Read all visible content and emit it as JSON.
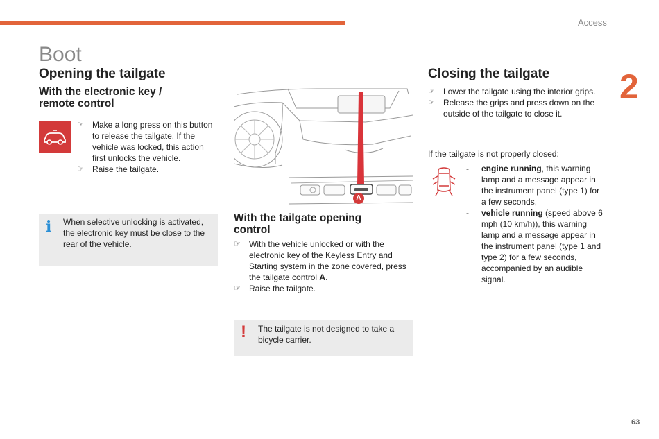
{
  "header": {
    "section": "Access",
    "chapter_number": "2",
    "page_number": "63"
  },
  "page_title": "Boot",
  "opening": {
    "title": "Opening the tailgate",
    "electronic_key": {
      "subtitle": "With the electronic key / remote control",
      "steps": [
        "Make a long press on this button to release the tailgate. If the vehicle was locked, this action first unlocks the vehicle.",
        "Raise the tailgate."
      ]
    },
    "info_note": "When selective unlocking is activated, the electronic key must be close to the rear of the vehicle.",
    "tailgate_control": {
      "subtitle": "With the tailgate opening control",
      "step1_text": "With the vehicle unlocked or with the electronic key of the Keyless Entry and Starting system in the zone covered, press the tailgate control ",
      "step1_bold": "A",
      "step1_end": ".",
      "step2": "Raise the tailgate."
    },
    "illustration_callout": "A",
    "warning_note": "The tailgate is not designed to take a bicycle carrier."
  },
  "closing": {
    "title": "Closing the tailgate",
    "steps": [
      "Lower the tailgate using the interior grips.",
      "Release the grips and press down on the outside of the tailgate to close it."
    ],
    "not_closed_intro": "If the tailgate is not properly closed:",
    "cases": [
      {
        "bold": "engine running",
        "text": ", this warning lamp and a message appear in the instrument panel (type 1) for a few seconds,"
      },
      {
        "bold": "vehicle running",
        "text": " (speed above 6 mph (10 km/h)), this warning lamp and a message appear in the instrument panel (type 1 and type 2) for a few seconds, accompanied by an audible signal."
      }
    ]
  },
  "bullet_glyph": "☞",
  "dash_glyph": "-",
  "colors": {
    "accent": "#e2643a",
    "icon_red": "#d33a3a",
    "info_blue": "#2a8fd6",
    "note_bg": "#ebebeb"
  }
}
